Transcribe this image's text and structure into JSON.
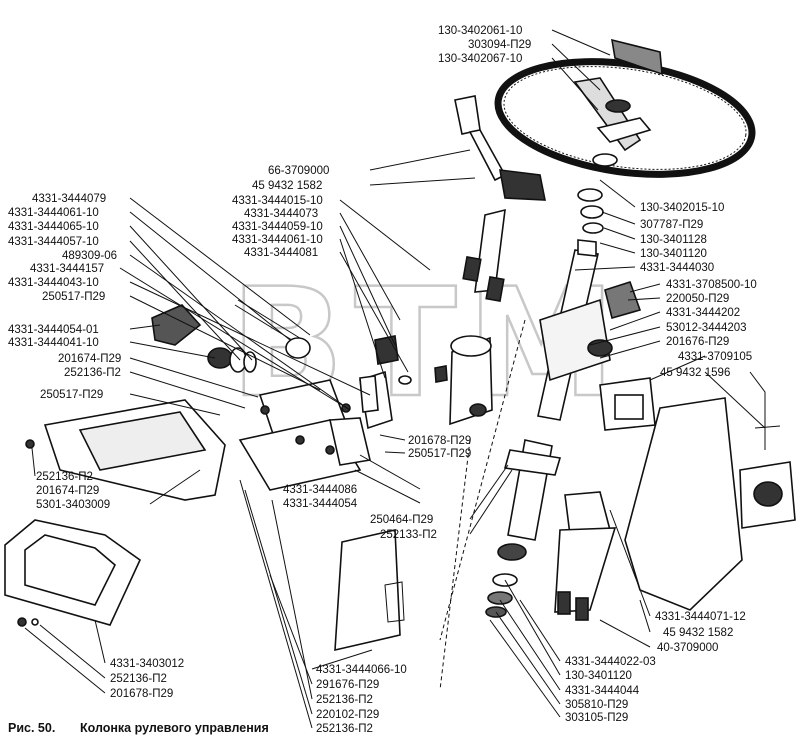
{
  "watermark": "BTM",
  "caption": {
    "figure": "Рис. 50.",
    "title": "Колонка рулевого управления"
  },
  "labels": {
    "wheel_top_1": "130-3402061-10",
    "wheel_top_2": "303094-П29",
    "wheel_top_3": "130-3402067-10",
    "sw_1": "66-3709000",
    "sw_2": "45 9432 1582",
    "upper_1": "4331-3444015-10",
    "upper_2": "4331-3444073",
    "upper_3": "4331-3444059-10",
    "upper_4": "4331-3444061-10",
    "upper_5": "4331-3444081",
    "left_1": "4331-3444079",
    "left_2": "4331-3444061-10",
    "left_3": "4331-3444065-10",
    "left_4": "4331-3444057-10",
    "left_5": "489309-06",
    "left_6": "4331-3444157",
    "left_7": "4331-3444043-10",
    "left_8": "250517-П29",
    "mid_1": "4331-3444054-01",
    "mid_2": "4331-3444041-10",
    "mid_3": "201674-П29",
    "mid_4": "252136-П2",
    "mid_5": "250517-П29",
    "base_1": "252136-П2",
    "base_2": "201674-П29",
    "base_3": "5301-3403009",
    "right_1": "130-3402015-10",
    "right_2": "307787-П29",
    "right_3": "130-3401128",
    "right_4": "130-3401120",
    "right_5": "4331-3444030",
    "right_6": "4331-3708500-10",
    "right_7": "220050-П29",
    "right_8": "4331-3444202",
    "right_9": "53012-3444203",
    "right_10": "201676-П29",
    "right_11": "4331-3709105",
    "right_12": "45 9432 1596",
    "center_1": "201678-П29",
    "center_2": "250517-П29",
    "center_3": "4331-3444086",
    "center_4": "4331-3444054",
    "center_5": "250464-П29",
    "center_6": "252133-П2",
    "cover_1": "4331-3444071-12",
    "cover_2": "45 9432 1582",
    "cover_3": "40-3709000",
    "lower_1": "4331-3444066-10",
    "lower_2": "291676-П29",
    "lower_3": "252136-П2",
    "lower_4": "220102-П29",
    "lower_5": "252136-П2",
    "shaft_1": "4331-3444022-03",
    "shaft_2": "130-3401120",
    "shaft_3": "4331-3444044",
    "shaft_4": "305810-П29",
    "shaft_5": "303105-П29",
    "boot_1": "4331-3403012",
    "boot_2": "252136-П2",
    "boot_3": "201678-П29"
  }
}
